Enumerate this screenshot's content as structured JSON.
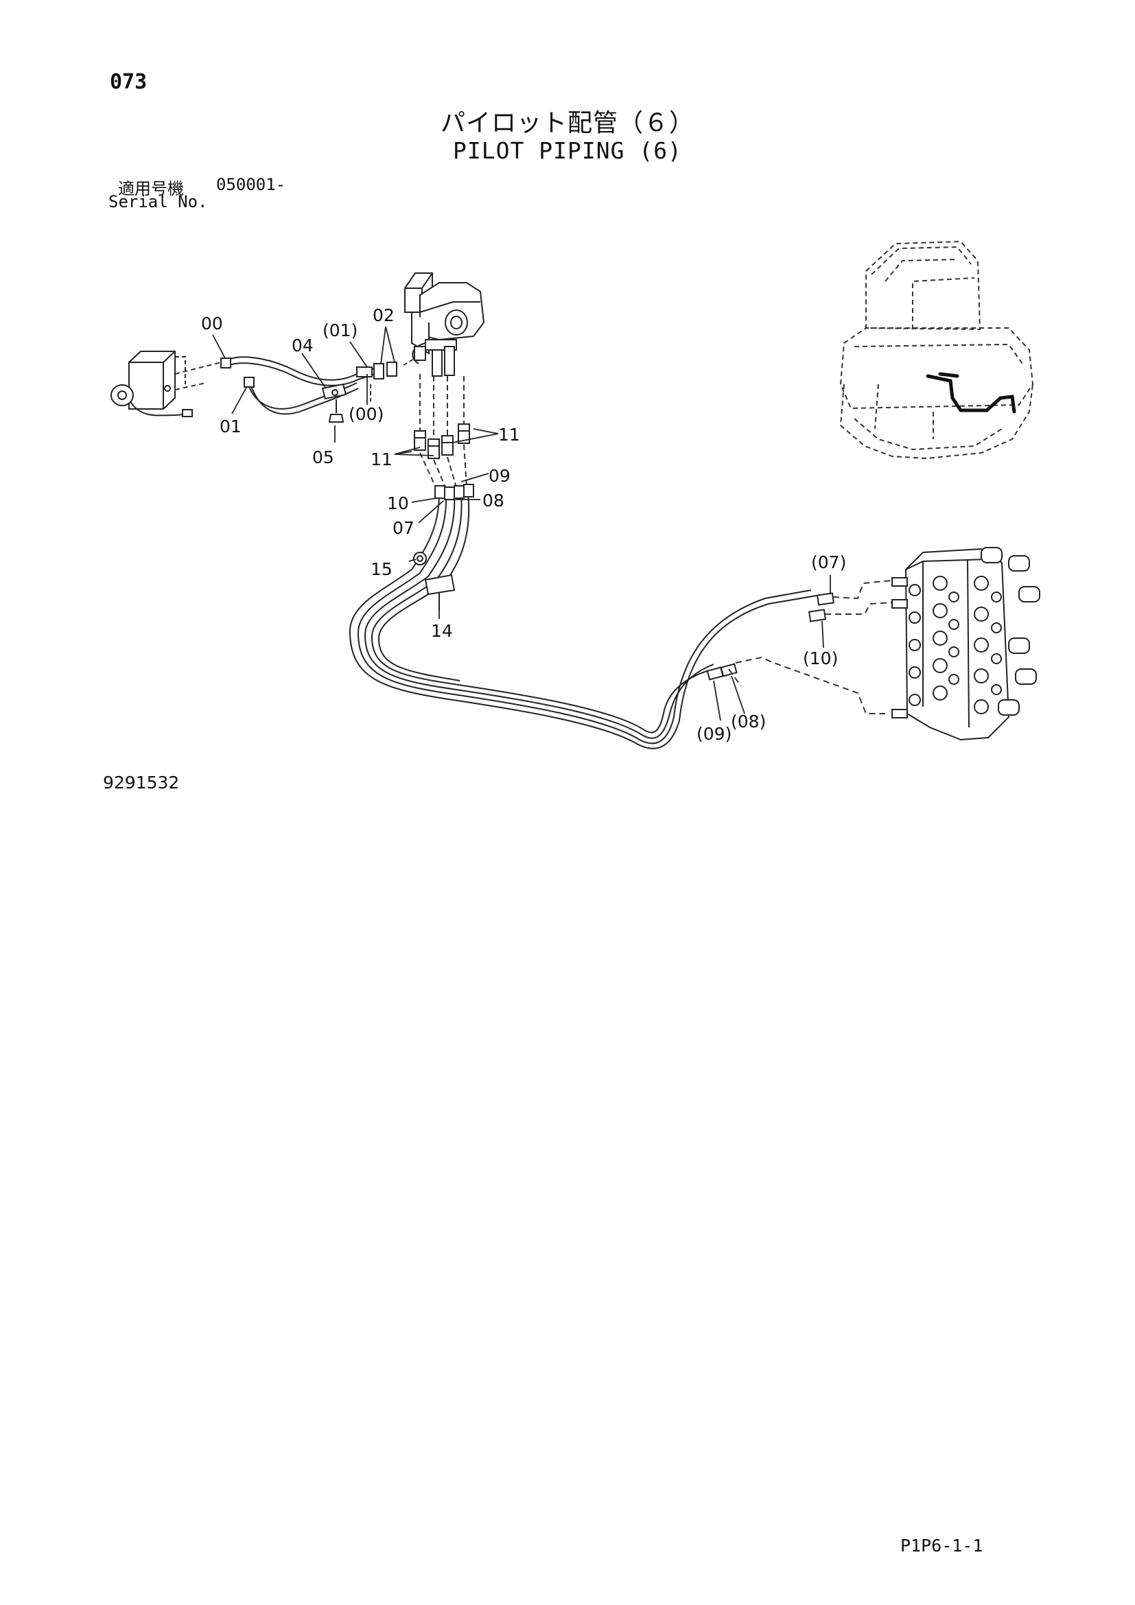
{
  "page_number": "073",
  "title_jp": "パイロット配管（６）",
  "title_en": "PILOT PIPING (6)",
  "serial": {
    "label_jp": "適用号機",
    "value": "050001-",
    "label_en": "Serial No."
  },
  "callouts": {
    "c00": "00",
    "c00p": "(00)",
    "c01": "01",
    "c01p": "(01)",
    "c02": "02",
    "c04": "04",
    "c05": "05",
    "c07": "07",
    "c07p": "(07)",
    "c08": "08",
    "c08p": "(08)",
    "c09": "09",
    "c09p": "(09)",
    "c10": "10",
    "c10p": "(10)",
    "c11a": "11",
    "c11b": "11",
    "c14": "14",
    "c15": "15"
  },
  "drawing_number": "9291532",
  "page_code": "P1P6-1-1"
}
